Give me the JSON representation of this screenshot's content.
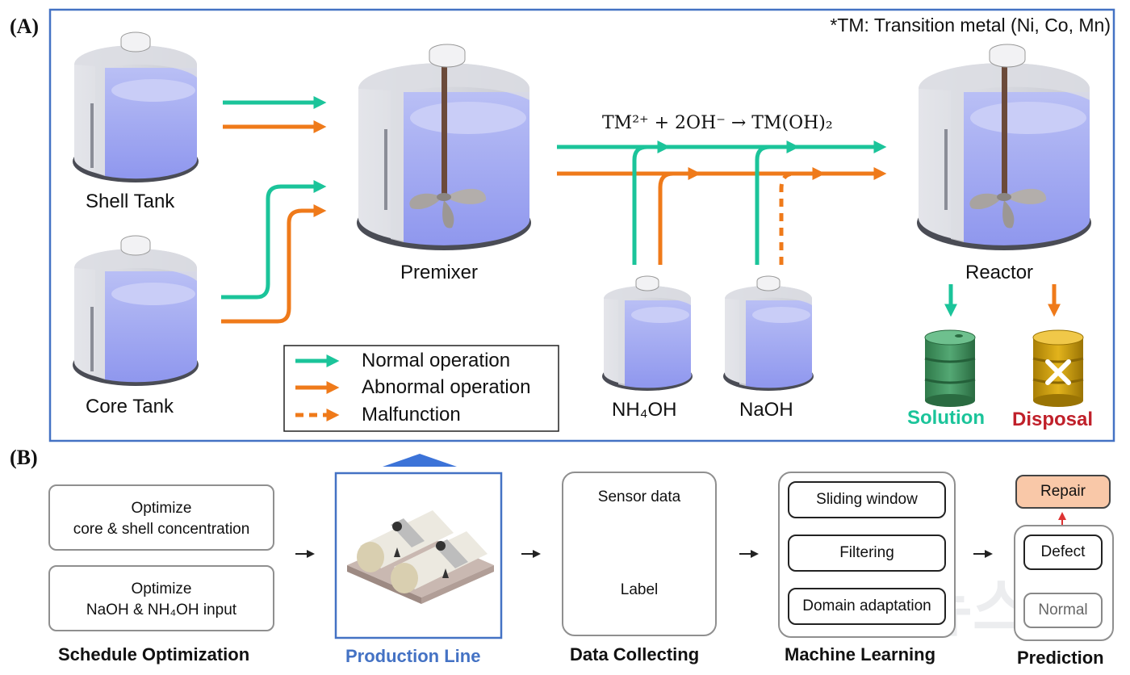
{
  "panel_a": {
    "tag": "(A)",
    "note": "*TM: Transition metal (Ni, Co, Mn)",
    "equation": "TM²⁺ + 2OH⁻ → TM(OH)₂",
    "tanks": {
      "shell": "Shell Tank",
      "core": "Core Tank",
      "premixer": "Premixer",
      "reactor": "Reactor",
      "nh4oh": "NH₄OH",
      "naoh": "NaOH"
    },
    "outcomes": {
      "solution": "Solution",
      "disposal": "Disposal"
    },
    "legend": [
      {
        "label": "Normal operation",
        "color": "#1bc49a",
        "style": "solid"
      },
      {
        "label": "Abnormal operation",
        "color": "#ef7a1a",
        "style": "solid"
      },
      {
        "label": "Malfunction",
        "color": "#ef7a1a",
        "style": "dashed"
      }
    ]
  },
  "panel_b": {
    "tag": "(B)",
    "schedule": {
      "box1_line1": "Optimize",
      "box1_line2": "core & shell concentration",
      "box2_line1": "Optimize",
      "box2_line2": "NaOH & NH₄OH input",
      "title": "Schedule Optimization"
    },
    "production": {
      "title": "Production Line"
    },
    "data": {
      "sensor": "Sensor data",
      "label": "Label",
      "title": "Data Collecting"
    },
    "ml": {
      "steps": [
        "Sliding window",
        "Filtering",
        "Domain adaptation"
      ],
      "title": "Machine Learning"
    },
    "prediction": {
      "repair": "Repair",
      "defect": "Defect",
      "normal": "Normal",
      "title": "Prediction"
    }
  },
  "colors": {
    "normal": "#1bc49a",
    "abnormal": "#ef7a1a",
    "frame_blue": "#4472c4",
    "solution_text": "#1bc49a",
    "disposal_text": "#c0202a",
    "repair_fill": "#f9c8a8",
    "heat_dark": "#2f63e0",
    "heat_mid": "#7ea0ee",
    "heat_light": "#c5d3f7"
  }
}
